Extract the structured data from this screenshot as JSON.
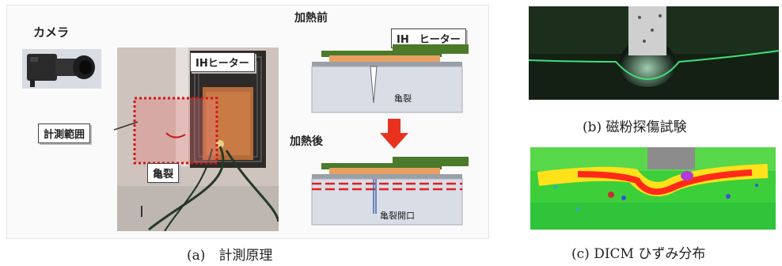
{
  "panel_a": {
    "camera_label": "カメラ",
    "before_heating": "加熱前",
    "after_heating": "加熱後",
    "ih_heater_photo": "IHヒーター",
    "ih_heater_diagram": "IH　ヒーター",
    "measure_range": "計測範囲",
    "crack_photo": "亀裂",
    "crack_diagram": "亀裂",
    "crack_open": "亀裂開口",
    "caption": "(a)　計測原理"
  },
  "panel_b": {
    "caption": "(b)  磁粉探傷試験"
  },
  "panel_c": {
    "caption": "(c) DICM ひずみ分布"
  },
  "colors": {
    "heater_green": "#4a7a2a",
    "heater_orange": "#e8a060",
    "steel_plate": "#d8dde6",
    "arrow_red": "#e8321e",
    "dashed_red": "#e02020"
  }
}
